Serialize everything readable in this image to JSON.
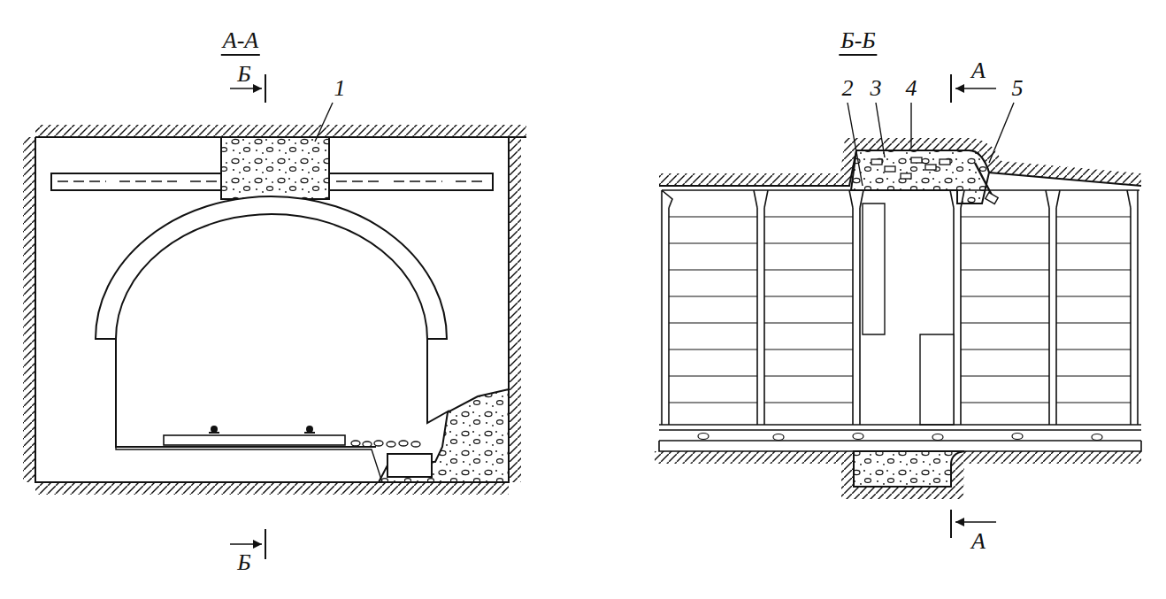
{
  "diagram": {
    "labels": [
      "А-А",
      "Б",
      "1",
      "Б",
      "Б-Б",
      "2",
      "3",
      "4",
      "А",
      "5",
      "А"
    ]
  }
}
